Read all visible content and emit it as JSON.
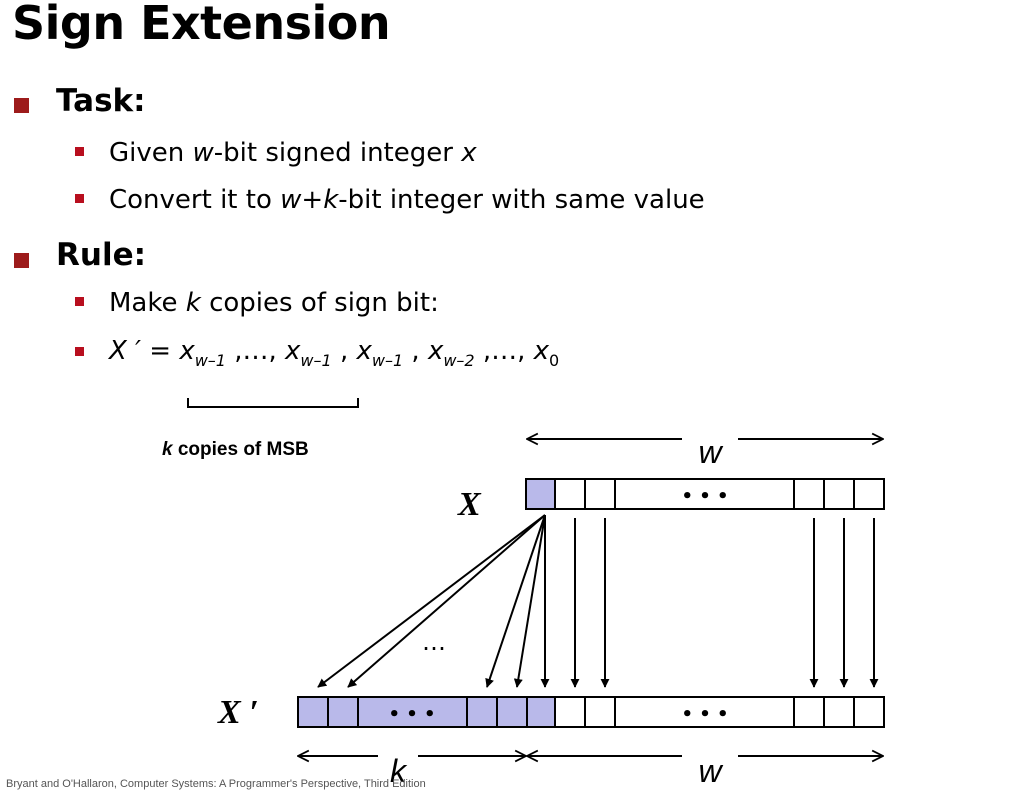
{
  "slide": {
    "title": "Sign Extension",
    "task": {
      "heading": "Task:",
      "item1": {
        "pre": "Given ",
        "w": "w",
        "mid": "-bit signed integer ",
        "x": "x"
      },
      "item2": {
        "pre": "Convert it to ",
        "w": "w",
        "plus": "+",
        "k": "k",
        "post": "-bit integer with same value"
      }
    },
    "rule": {
      "heading": "Rule:",
      "item1": {
        "pre": "Make ",
        "k": "k",
        "post": " copies of sign bit:"
      },
      "formula": {
        "lhs": "X ′",
        "eq": " = ",
        "x": "x",
        "sub_w1": "w–1",
        "sub_w2": "w–2",
        "sub_0": "0",
        "sep": " ,…, ",
        "comma": " , "
      }
    },
    "brace_label": {
      "k": "k",
      "text": " copies of MSB"
    }
  },
  "diagram": {
    "label_w_top": "w",
    "label_X": "X",
    "label_Xp": "X ′",
    "label_k": "k",
    "label_w_bottom": "w",
    "dots": "• • •",
    "mid_dots": "…",
    "sign_color": "#b9b9ea",
    "footer": "Bryant and O'Hallaron, Computer Systems: A Programmer's Perspective, Third Edition"
  }
}
